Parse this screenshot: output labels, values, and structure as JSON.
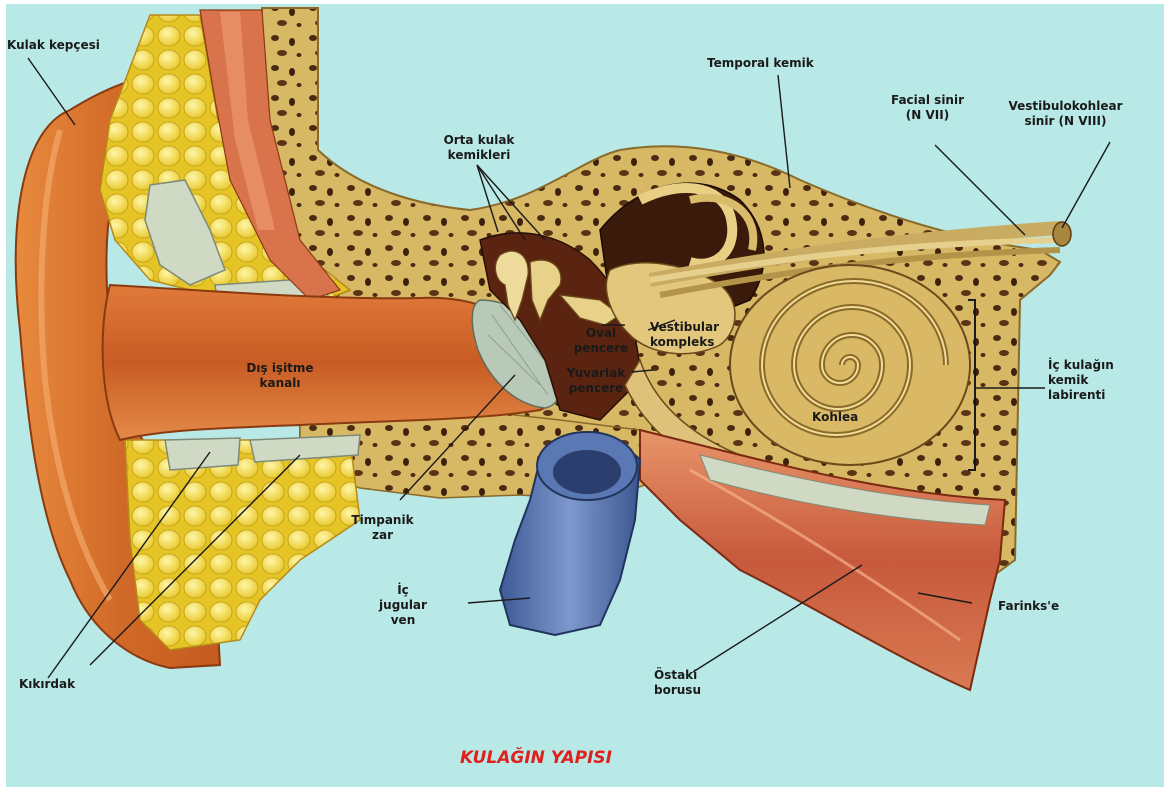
{
  "labels": {
    "kulak_kepcesi": "Kulak kepçesi",
    "orta_kulak_kemikleri": "Orta kulak\nkemikleri",
    "temporal_kemik": "Temporal kemik",
    "facial_sinir": "Facial sinir\n(N VII)",
    "vestibulokohlear_sinir": "Vestibulokohlear\nsinir (N VIII)",
    "oval_pencere": "Oval\npencere",
    "vestibular_kompleks": "Vestibular\nkompleks",
    "yuvarlak_pencere": "Yuvarlak\npencere",
    "dis_isitme_kanali": "Dış işitme\nkanalı",
    "ic_kulagin_kemik_labirenti": "İç kulağın\nkemik\nlabirenti",
    "kohlea": "Kohlea",
    "timpanik_zar": "Timpanik\nzar",
    "ic_jugular_ven": "İç\njugular\nven",
    "farinks": "Farinks'e",
    "kikirdak": "Kıkırdak",
    "ostaki_borusu": "Östaki\nborusu"
  },
  "title": "KULAĞIN YAPISI",
  "colors": {
    "background": "#b8e9e6",
    "skin": "#d9772f",
    "skin_dark": "#b4531d",
    "bone": "#d8ba6a",
    "fat": "#f4e04a",
    "cartilage": "#cfd9c4",
    "vein": "#4f6fae",
    "title": "#e0201c"
  }
}
